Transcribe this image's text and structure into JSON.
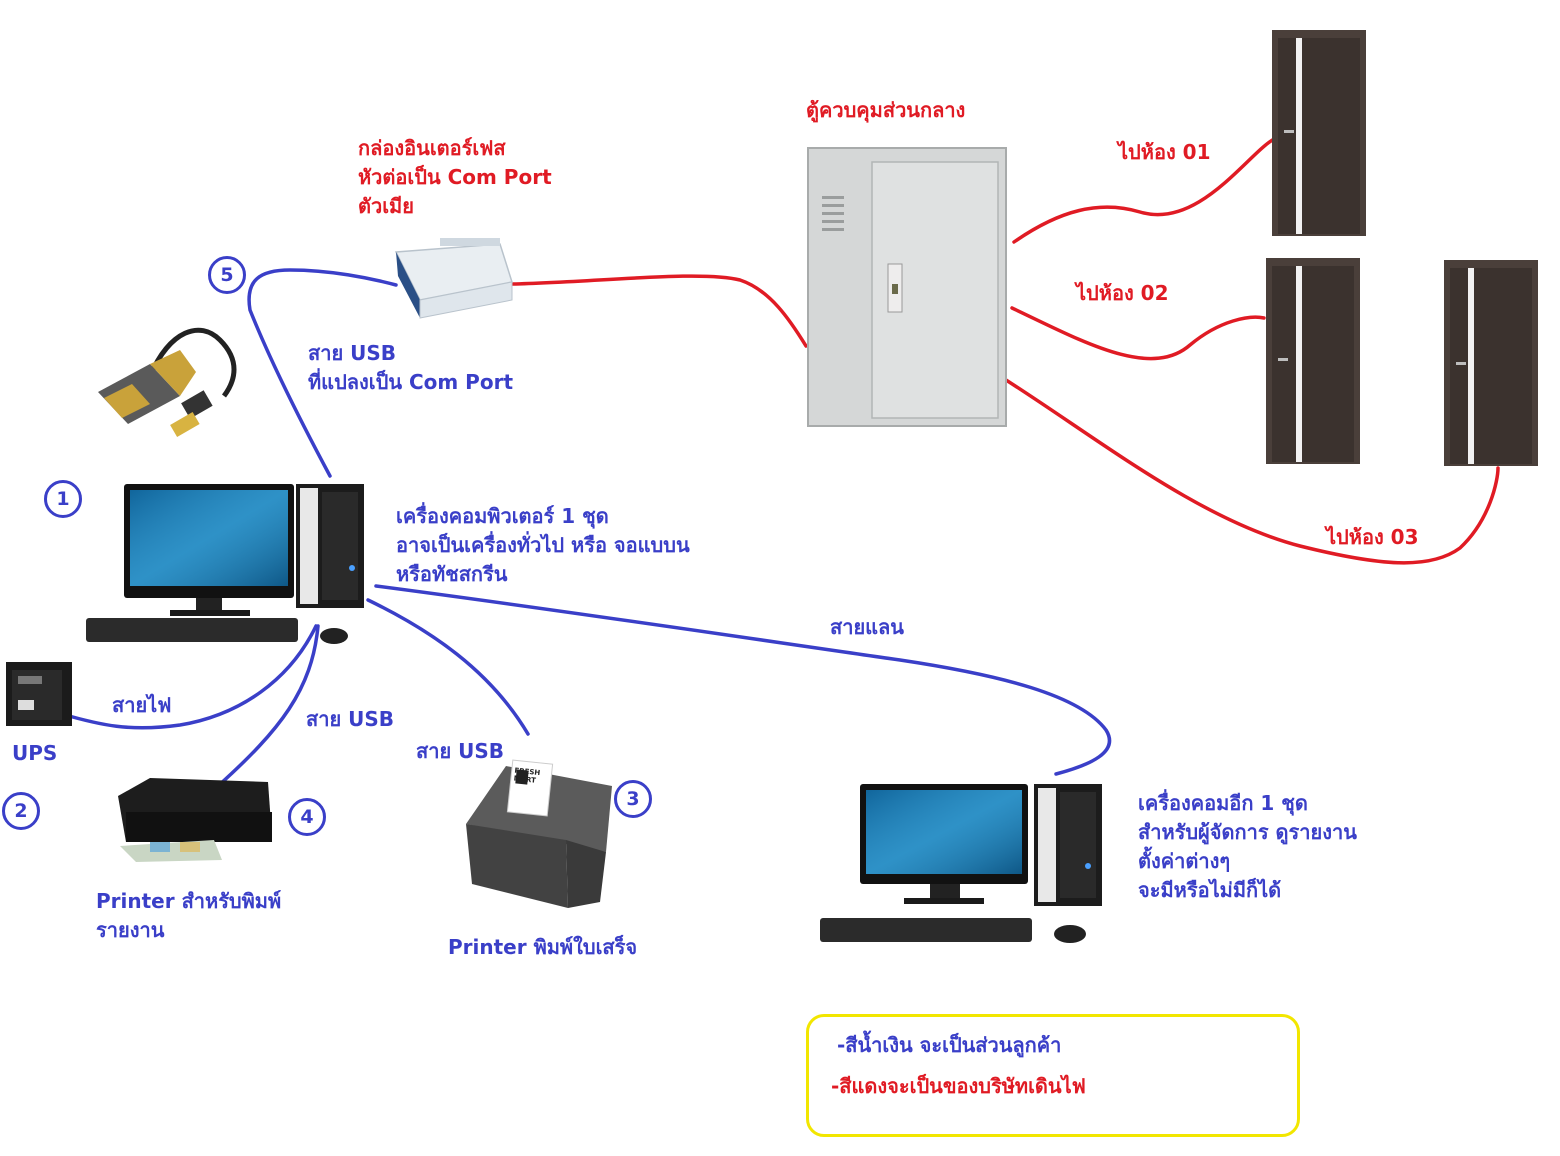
{
  "colors": {
    "customer_wire": "#3a3fc8",
    "company_wire": "#e01b24",
    "legend_border": "#f2e600"
  },
  "labels": {
    "control_cabinet": "ตู้ควบคุมส่วนกลาง",
    "interface_box_1": "กล่องอินเตอร์เฟส",
    "interface_box_2": "หัวต่อเป็น Com Port",
    "interface_box_3": "ตัวเมีย",
    "usb_com_1": "สาย USB",
    "usb_com_2": "ที่แปลงเป็น Com Port",
    "room_01": "ไปห้อง 01",
    "room_02": "ไปห้อง 02",
    "room_03": "ไปห้อง 03",
    "computer_1": "เครื่องคอมพิวเตอร์ 1 ชุด",
    "computer_2": "อาจเป็นเครื่องทั่วไป หรือ จอแบบน",
    "computer_3": "หรือทัชสกรีน",
    "lan_cable": "สายแลน",
    "power_cable": "สายไฟ",
    "ups": "UPS",
    "usb_printer": "สาย USB",
    "usb_receipt": "สาย USB",
    "report_printer_1": "Printer สำหรับพิมพ์",
    "report_printer_2": "รายงาน",
    "receipt_printer": "Printer พิมพ์ใบเสร็จ",
    "manager_pc_1": "เครื่องคอมอีก 1 ชุด",
    "manager_pc_2": "สำหรับผู้จัดการ ดูรายงาน",
    "manager_pc_3": "ตั้งค่าต่างๆ",
    "manager_pc_4": "จะมีหรือไม่มีก็ได้",
    "receipt_brand": "FRESH MART"
  },
  "numbers": {
    "n1": "1",
    "n2": "2",
    "n3": "3",
    "n4": "4",
    "n5": "5"
  },
  "legend": {
    "blue_line": "-สีน้ำเงิน จะเป็นส่วนลูกค้า",
    "red_line": "-สีแดงจะเป็นของบริษัทเดินไฟ"
  }
}
